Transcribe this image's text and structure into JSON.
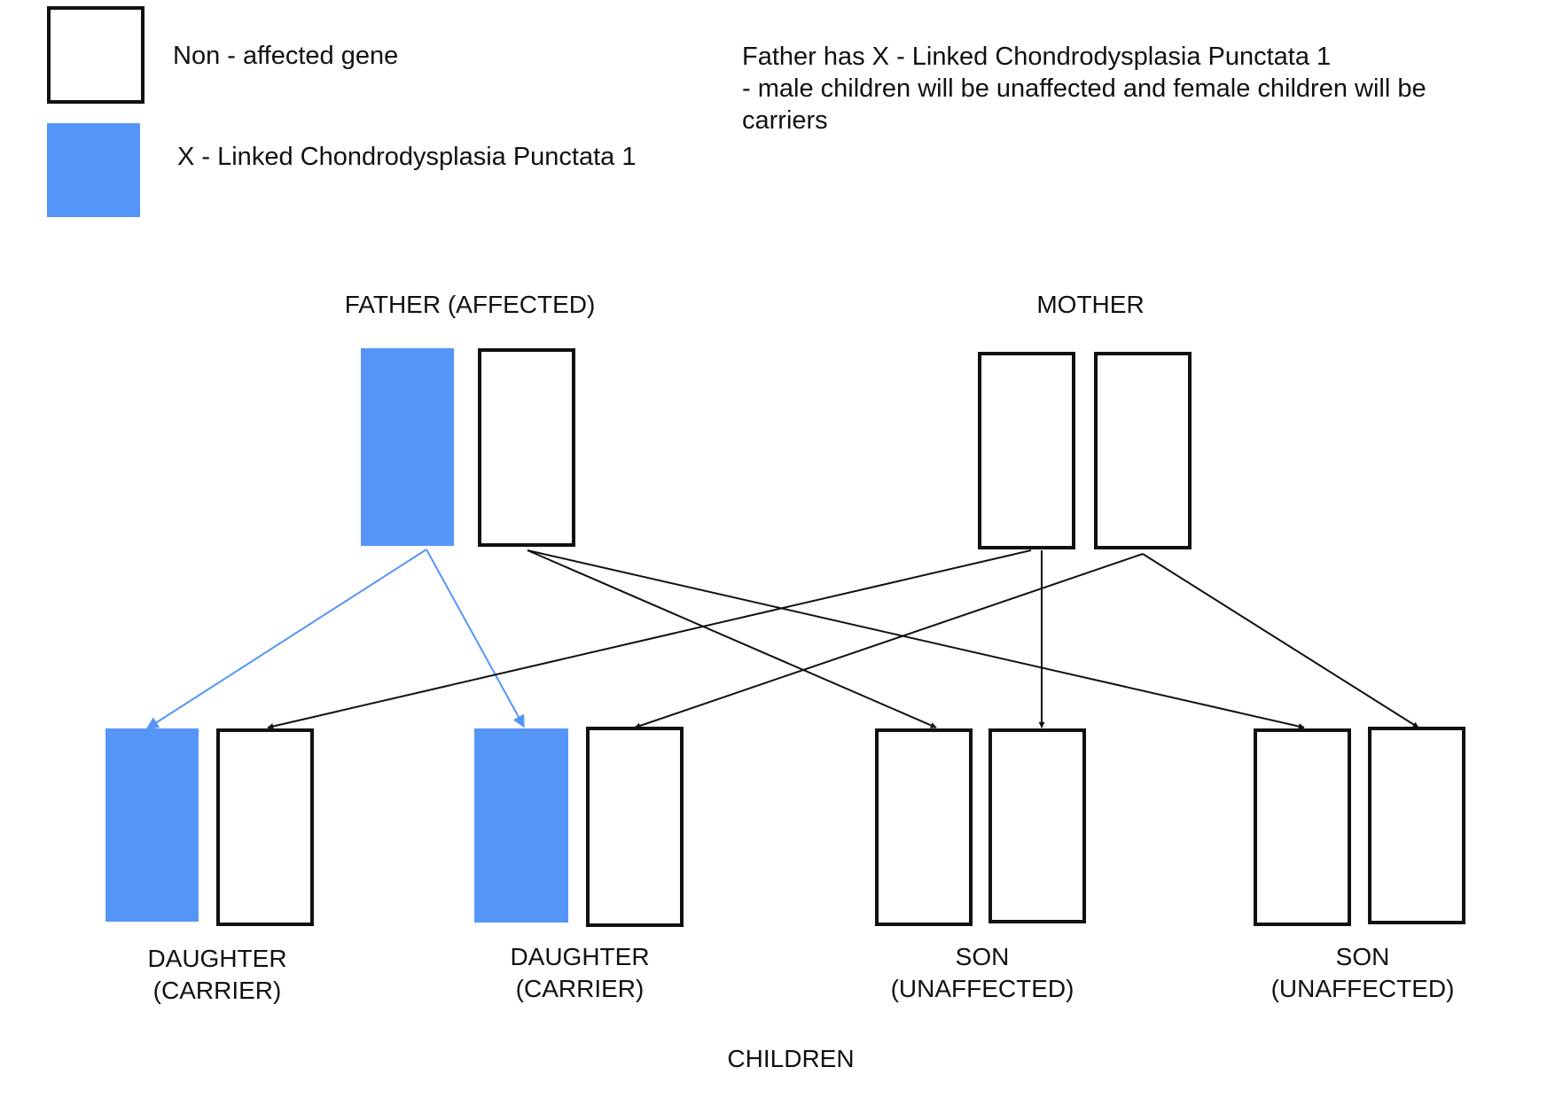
{
  "colors": {
    "affected": "#5595F8",
    "outline": "#111111",
    "background": "#ffffff"
  },
  "legend": {
    "normal_label": "Non - affected gene",
    "affected_label": "X - Linked Chondrodysplasia Punctata 1"
  },
  "note": {
    "lines": [
      "Father has X - Linked Chondrodysplasia Punctata 1",
      "- male children will be unaffected and female children will be",
      "carriers"
    ]
  },
  "parents": {
    "father": {
      "label": "FATHER (AFFECTED)"
    },
    "mother": {
      "label": "MOTHER"
    }
  },
  "children": {
    "group_label": "CHILDREN",
    "items": [
      {
        "line1": "DAUGHTER",
        "line2": "(CARRIER)"
      },
      {
        "line1": "DAUGHTER",
        "line2": "(CARRIER)"
      },
      {
        "line1": "SON",
        "line2": "(UNAFFECTED)"
      },
      {
        "line1": "SON",
        "line2": "(UNAFFECTED)"
      }
    ]
  }
}
